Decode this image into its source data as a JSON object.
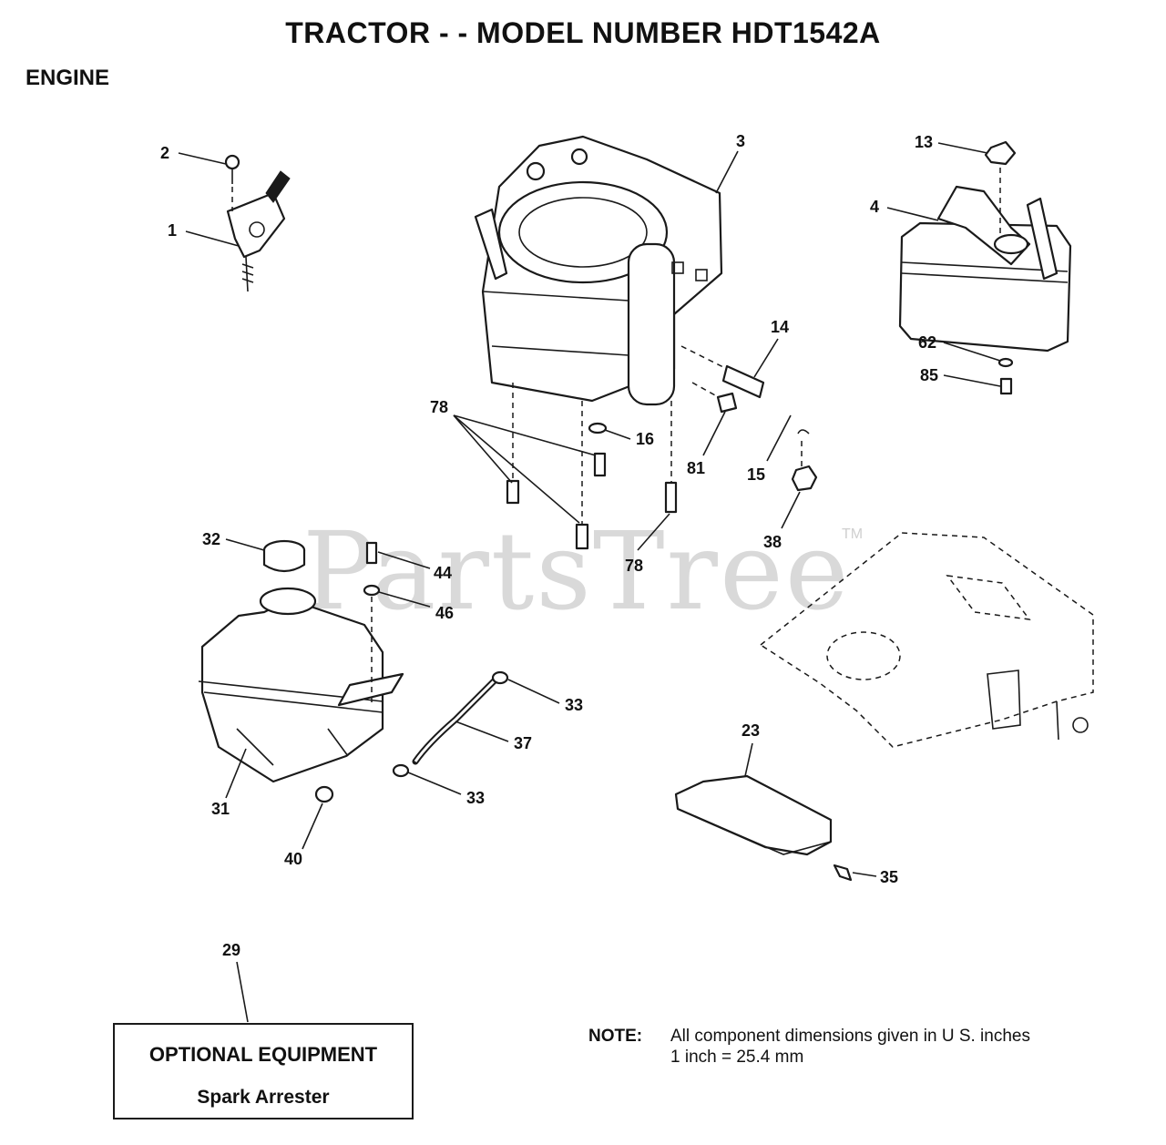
{
  "header": {
    "title": "TRACTOR - - MODEL NUMBER HDT1542A",
    "section": "ENGINE"
  },
  "watermark": {
    "text": "PartsTree",
    "trademark": "TM"
  },
  "callouts": {
    "c1": "1",
    "c2": "2",
    "c3": "3",
    "c4": "4",
    "c13": "13",
    "c14": "14",
    "c15": "15",
    "c16": "16",
    "c23": "23",
    "c29": "29",
    "c31": "31",
    "c32": "32",
    "c33a": "33",
    "c33b": "33",
    "c35": "35",
    "c37": "37",
    "c38": "38",
    "c40": "40",
    "c44": "44",
    "c46": "46",
    "c62": "62",
    "c78a": "78",
    "c78b": "78",
    "c81": "81",
    "c85": "85"
  },
  "optional_equipment": {
    "title": "OPTIONAL EQUIPMENT",
    "item": "Spark Arrester"
  },
  "note": {
    "label": "NOTE:",
    "line1": "All component dimensions given in U  S. inches",
    "line2": "1 inch = 25.4 mm"
  }
}
